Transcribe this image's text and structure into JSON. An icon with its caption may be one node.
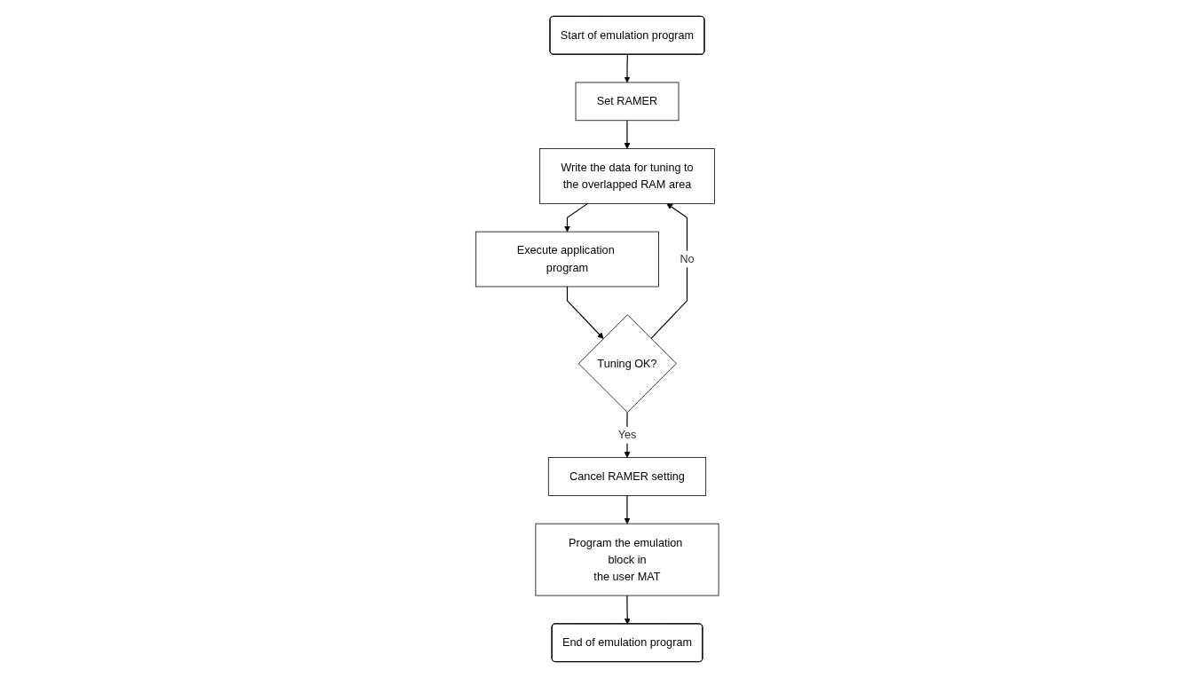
{
  "diagram": {
    "nodes": [
      {
        "text": [
          "Start of emulation program"
        ]
      },
      {
        "text": [
          "Set RAMER"
        ]
      },
      {
        "text": [
          "Write the data for tuning to the overlapped RAM area"
        ]
      },
      {
        "text": [
          "Execute application program"
        ]
      },
      {
        "text": [
          "Tuning OK?"
        ]
      },
      {
        "text": [
          "Cancel RAMER setting"
        ]
      },
      {
        "text": [
          "Program the emulation block in the user MAT"
        ]
      },
      {
        "text": [
          "End of emulation program"
        ]
      }
    ],
    "edges": [
      {
        "from": 0,
        "to": 1,
        "arrow": "to"
      },
      {
        "from": 1,
        "to": 2,
        "arrow": "to"
      },
      {
        "from": 2,
        "to": 3,
        "arrow": "to"
      },
      {
        "from": 3,
        "to": 4,
        "arrow": "to"
      },
      {
        "from": 4,
        "to": 2,
        "arrow": "to",
        "label": "No"
      },
      {
        "from": 4,
        "to": 5,
        "arrow": "to",
        "label": "Yes"
      },
      {
        "from": 5,
        "to": 6,
        "arrow": "to"
      },
      {
        "from": 6,
        "to": 7,
        "arrow": "to"
      }
    ]
  }
}
